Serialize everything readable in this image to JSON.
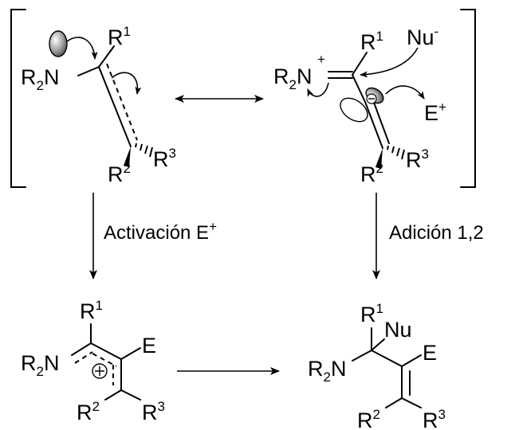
{
  "conditions": {
    "left": "Activación E",
    "left_sup": "+",
    "right": "Adición 1,2"
  },
  "labels": {
    "R": "R",
    "R_sub": "2",
    "N": "N",
    "sup1": "1",
    "sup2": "2",
    "sup3": "3",
    "plus": "+",
    "minus": "-",
    "Nu": "Nu",
    "E": "E",
    "circled_plus": "⊕"
  }
}
